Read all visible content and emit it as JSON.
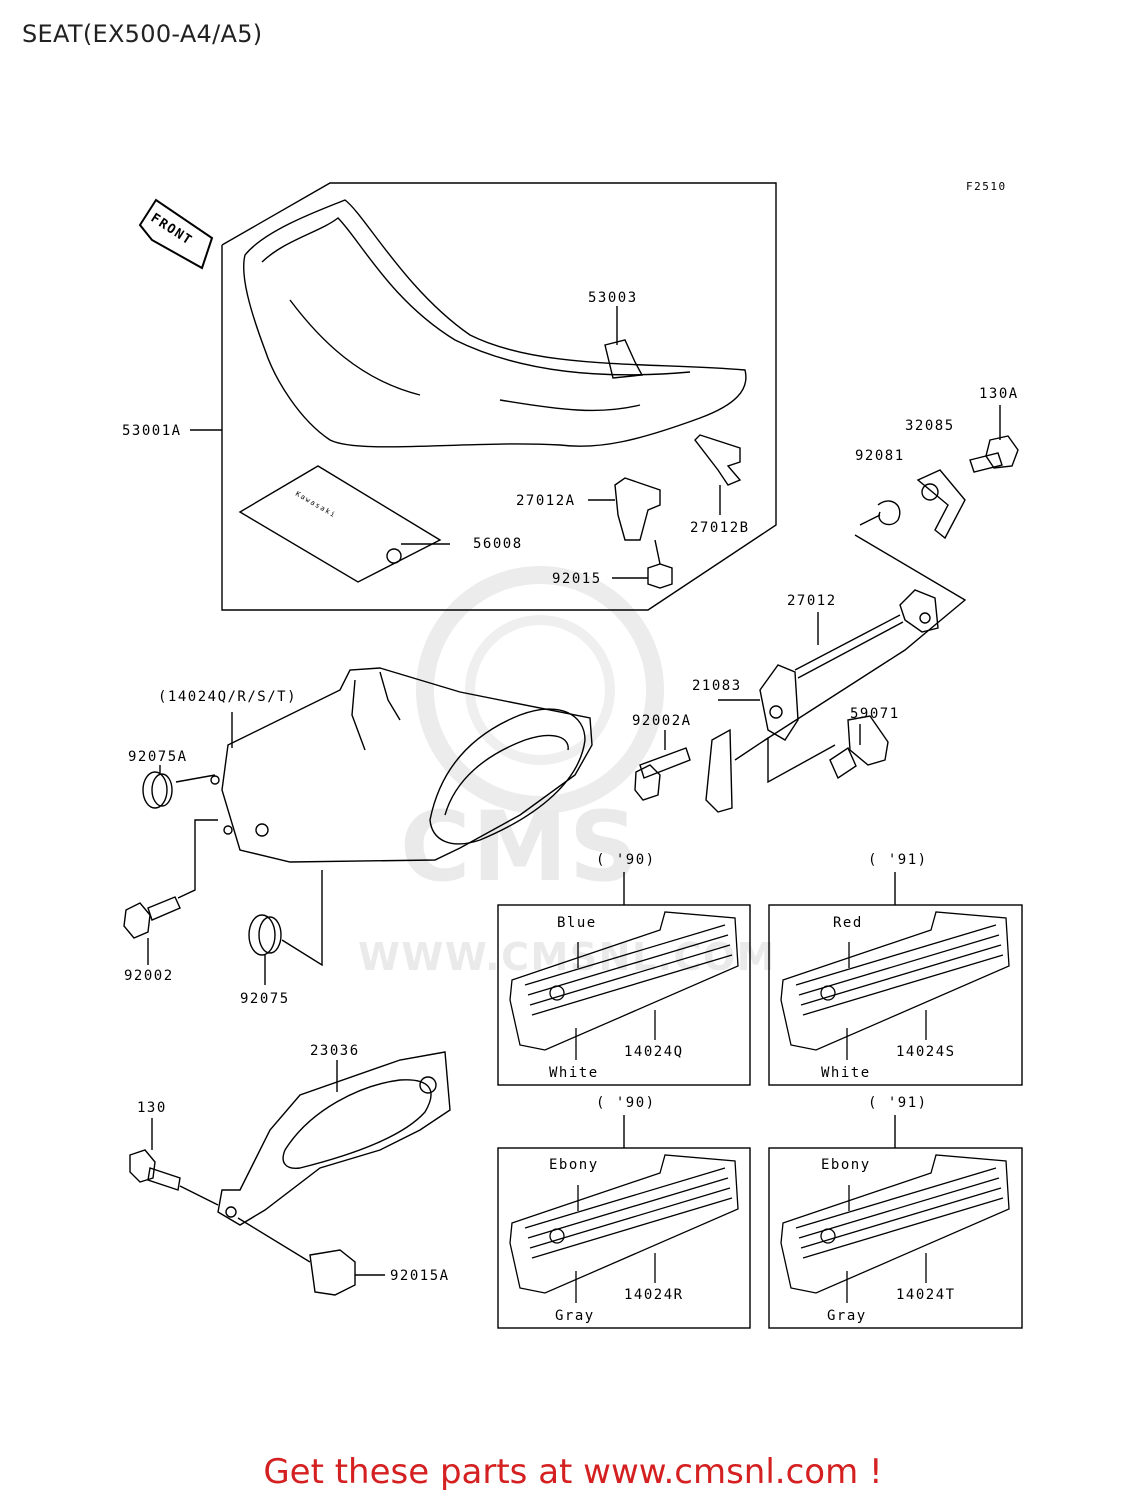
{
  "page_title": "SEAT(EX500-A4/A5)",
  "figure_code": "F2510",
  "front_arrow": "FRONT",
  "watermark": {
    "brand": "CMS",
    "url": "WWW.CMSNL.COM"
  },
  "seat_sticker": "Kawasaki",
  "parts": {
    "p53003": "53003",
    "p53001A": "53001A",
    "p27012A": "27012A",
    "p27012B": "27012B",
    "p56008": "56008",
    "p92015": "92015",
    "p130A": "130A",
    "p32085": "32085",
    "p92081": "92081",
    "p27012": "27012",
    "p21083": "21083",
    "p92002A": "92002A",
    "p59071": "59071",
    "p14024group": "(14024Q/R/S/T)",
    "p92075A": "92075A",
    "p92002": "92002",
    "p92075": "92075",
    "p23036": "23036",
    "p130": "130",
    "p92015A": "92015A",
    "p14024Q": "14024Q",
    "p14024S": "14024S",
    "p14024R": "14024R",
    "p14024T": "14024T"
  },
  "variants": {
    "q": {
      "year": "( '90)",
      "top_color": "Blue",
      "bottom_color": "White"
    },
    "s": {
      "year": "( '91)",
      "top_color": "Red",
      "bottom_color": "White"
    },
    "r": {
      "year": "( '90)",
      "top_color": "Ebony",
      "bottom_color": "Gray"
    },
    "t": {
      "year": "( '91)",
      "top_color": "Ebony",
      "bottom_color": "Gray"
    }
  },
  "footer_text": "Get these parts at www.cmsnl.com !"
}
